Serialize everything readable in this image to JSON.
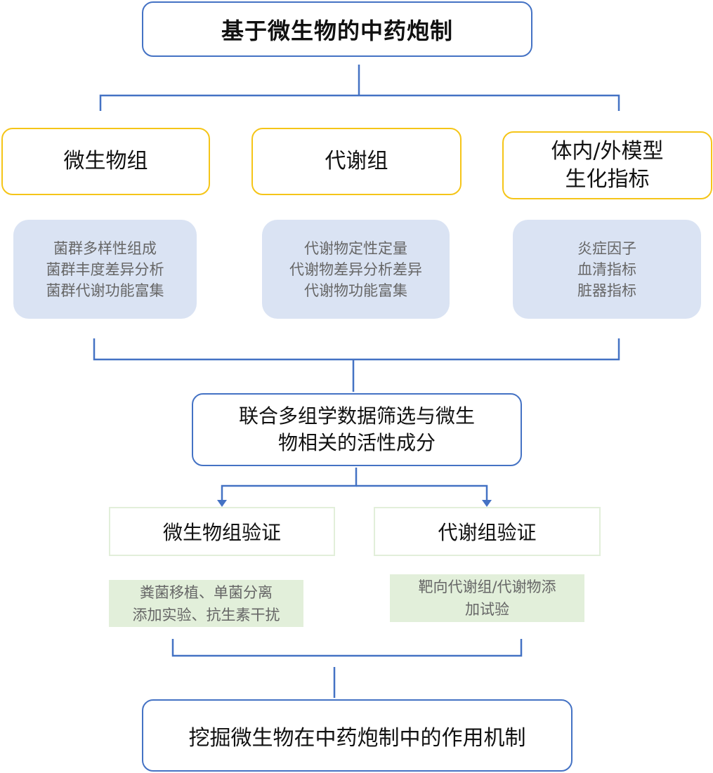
{
  "title": "基于微生物的中药炮制",
  "categories": [
    {
      "heading": "微生物组",
      "items": "菌群多样性组成\n菌群丰度差异分析\n菌群代谢功能富集"
    },
    {
      "heading": "代谢组",
      "items": "代谢物定性定量\n代谢物差异分析差异\n代谢物功能富集"
    },
    {
      "heading": "体内/外模型\n生化指标",
      "items": "炎症因子\n血清指标\n脏器指标"
    }
  ],
  "integration": "联合多组学数据筛选与微生\n物相关的活性成分",
  "validations": [
    {
      "heading": "微生物组验证",
      "items": "粪菌移植、单菌分离\n添加实验、抗生素干扰"
    },
    {
      "heading": "代谢组验证",
      "items": "靶向代谢组/代谢物添\n加试验"
    }
  ],
  "conclusion": "挖掘微生物在中药炮制中的作用机制",
  "colors": {
    "line": "#4472c4",
    "gold": "#f5c518",
    "panel": "#dae3f3",
    "green": "#e2efda"
  }
}
